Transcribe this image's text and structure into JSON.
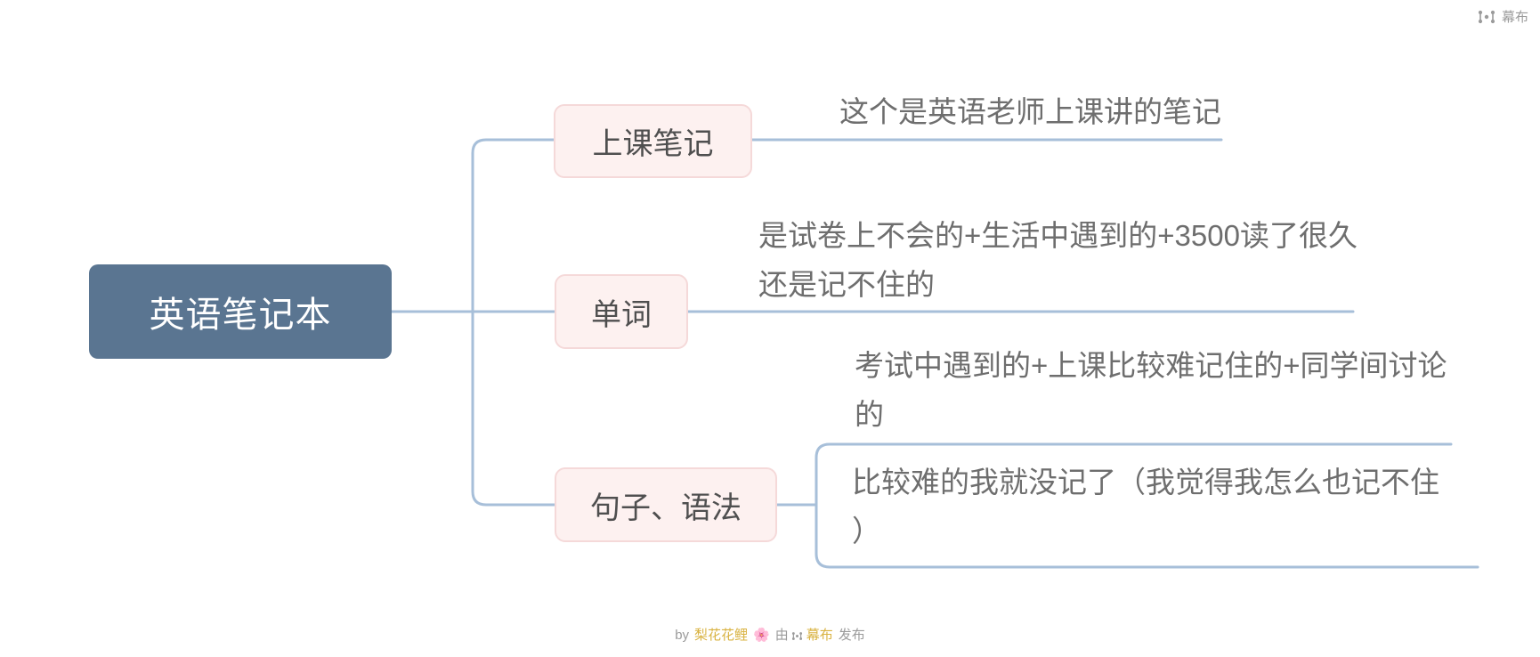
{
  "brand": {
    "name": "幕布"
  },
  "colors": {
    "root_box": "#5a7591",
    "root_text": "#ffffff",
    "topic_box_bg": "#fdf1f0",
    "topic_box_border": "#f5d9d9",
    "topic_text": "#4f4f4f",
    "note_text": "#6e6e6e",
    "branch_line": "#a7bfd9",
    "brand_gray": "#9b9b9b",
    "footer_accent": "#d9b342"
  },
  "mindmap": {
    "root": {
      "label": "英语笔记本"
    },
    "branches": [
      {
        "label": "上课笔记",
        "children": [
          {
            "lines": [
              "这个是英语老师上课讲的笔记"
            ]
          }
        ]
      },
      {
        "label": "单词",
        "children": [
          {
            "lines": [
              "是试卷上不会的+生活中遇到的+3500读了很久",
              "还是记不住的"
            ]
          }
        ]
      },
      {
        "label": "句子、语法",
        "children": [
          {
            "lines": [
              "考试中遇到的+上课比较难记住的+同学间讨论",
              "的"
            ]
          },
          {
            "lines": [
              "比较难的我就没记了（我觉得我怎么也记不住",
              "）"
            ]
          }
        ]
      }
    ]
  },
  "footer": {
    "by": "by",
    "author": "梨花花鲤",
    "author_emoji": "🌸",
    "via": "由",
    "brand": "幕布",
    "publish": "发布"
  }
}
